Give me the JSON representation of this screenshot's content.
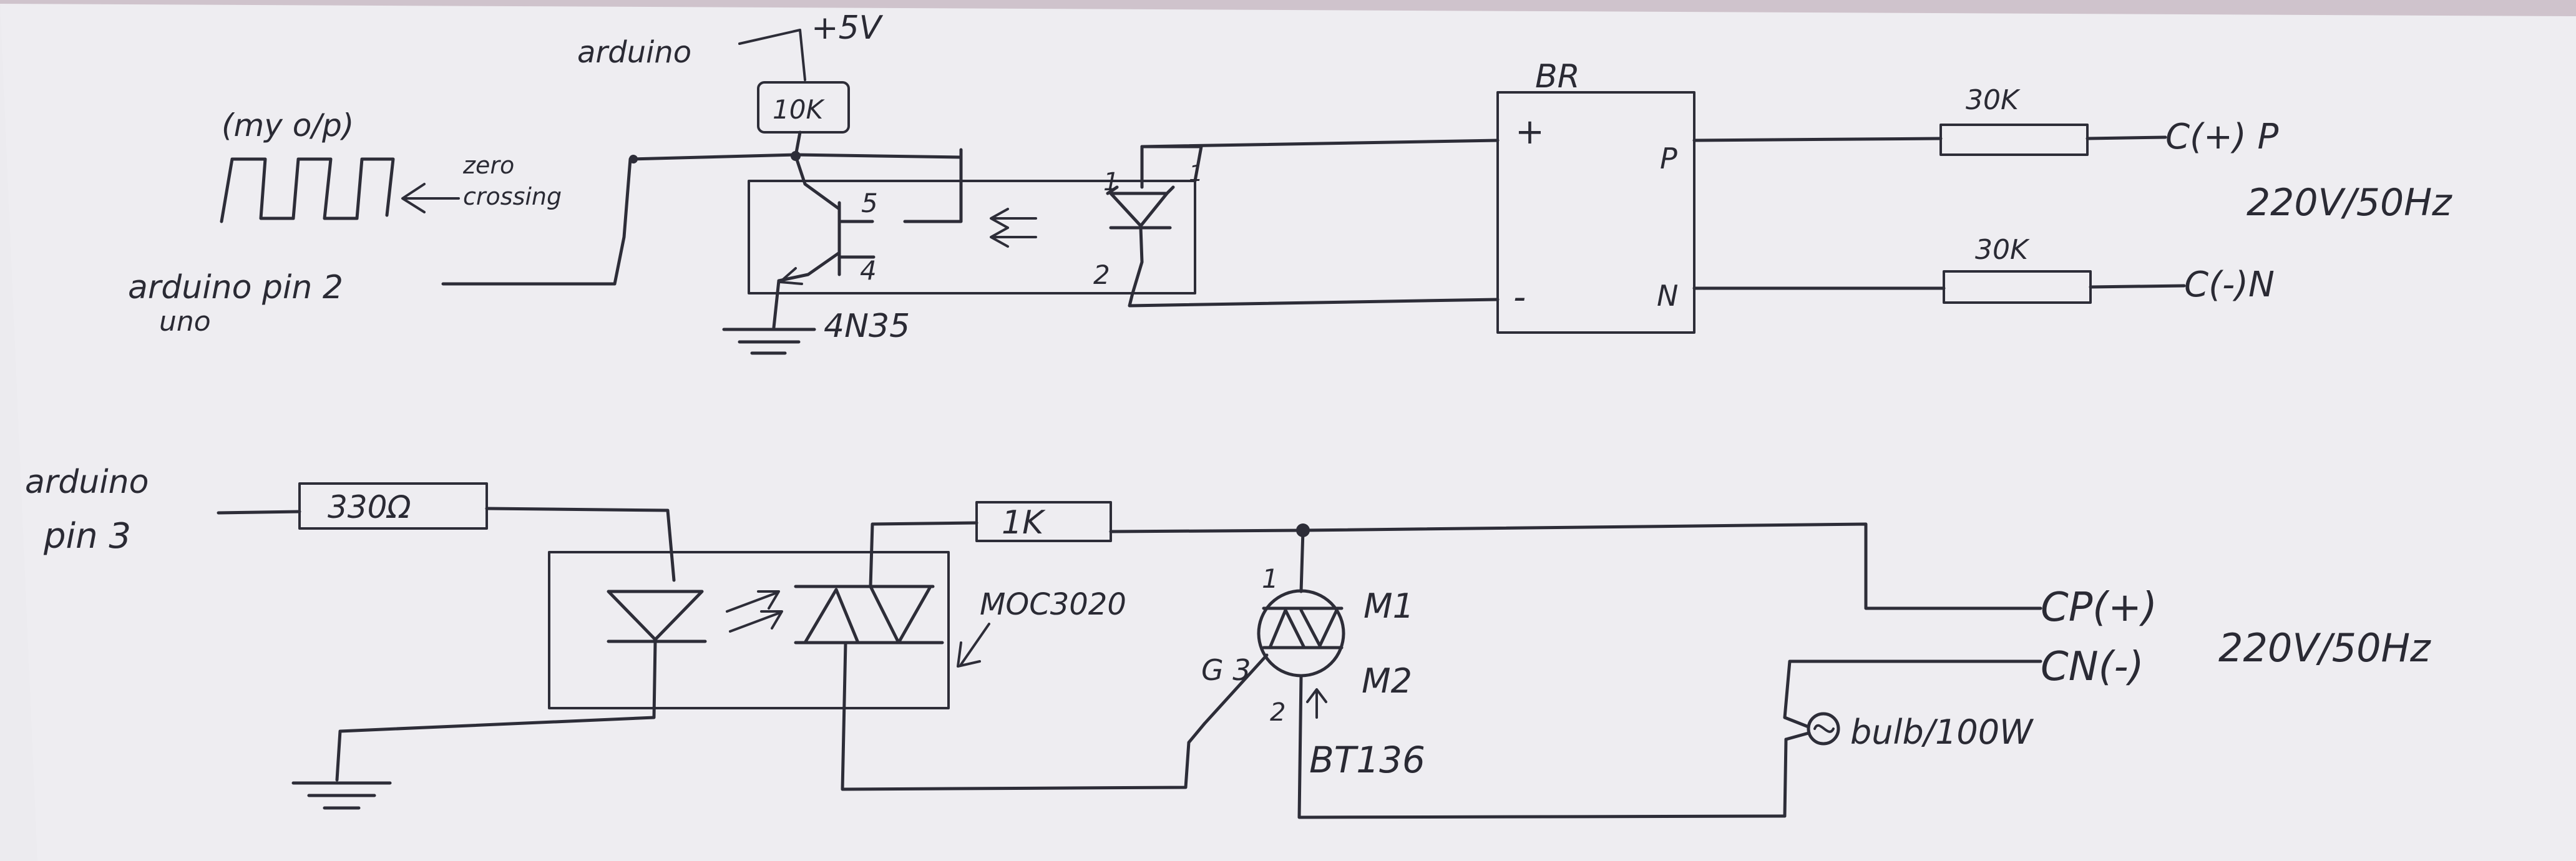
{
  "zero_crossing": {
    "supply_label": "arduino",
    "supply_voltage": "+5V",
    "pullup_resistor": "10K",
    "output_note": "(my o/p)",
    "zero_crossing_line1": "zero",
    "zero_crossing_line2": "crossing",
    "arduino_pin_line1": "arduino pin 2",
    "arduino_pin_line2": "uno",
    "optocoupler": "4N35",
    "pin_5": "5",
    "pin_4": "4",
    "pin_1": "1",
    "pin_2": "2",
    "bridge": "BR",
    "bridge_plus": "+",
    "bridge_minus": "-",
    "bridge_p": "P",
    "bridge_n": "N",
    "resistor_top": "30K",
    "resistor_bottom": "30K",
    "mains_p": "C(+) P",
    "mains_n": "C(-)N",
    "mains_rating": "220V/50Hz"
  },
  "triac_driver": {
    "arduino_pin_line1": "arduino",
    "arduino_pin_line2": "pin 3",
    "series_resistor": "330Ω",
    "gate_resistor": "1K",
    "optotriac": "MOC3020",
    "triac": "BT136",
    "m1": "M1",
    "m2": "M2",
    "gate": "G 3",
    "pin_1": "1",
    "pin_2": "2",
    "mains_p": "CP(+)",
    "mains_n": "CN(-)",
    "mains_rating": "220V/50Hz",
    "load": "bulb/100W"
  }
}
